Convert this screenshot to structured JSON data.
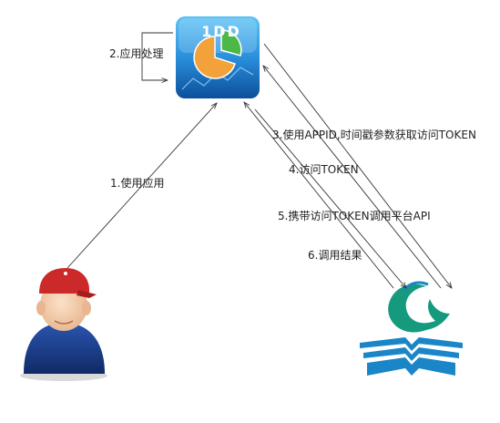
{
  "app_icon": {
    "text": "1DD"
  },
  "steps": [
    {
      "id": "s1",
      "label": "1.使用应用"
    },
    {
      "id": "s2",
      "label": "2.应用处理"
    },
    {
      "id": "s3",
      "label": "3.使用APPID,时间戳参数获取访问TOKEN"
    },
    {
      "id": "s4",
      "label": "4.访问TOKEN"
    },
    {
      "id": "s5",
      "label": "5.携带访问TOKEN调用平台API"
    },
    {
      "id": "s6",
      "label": "6.调用结果"
    }
  ],
  "colors": {
    "app_tile_top": "#3aa8e8",
    "app_tile_bottom": "#0d5aa8",
    "pie_orange": "#f3a13a",
    "pie_green": "#4cb848",
    "platform_green": "#169a7e",
    "platform_blue": "#1a86c8",
    "user_cap": "#cc2a2a",
    "user_shirt": "#1d3f8c",
    "line": "#333333"
  },
  "icons": {
    "app": "app-icon",
    "user": "user-avatar-icon",
    "platform": "platform-logo-icon"
  }
}
